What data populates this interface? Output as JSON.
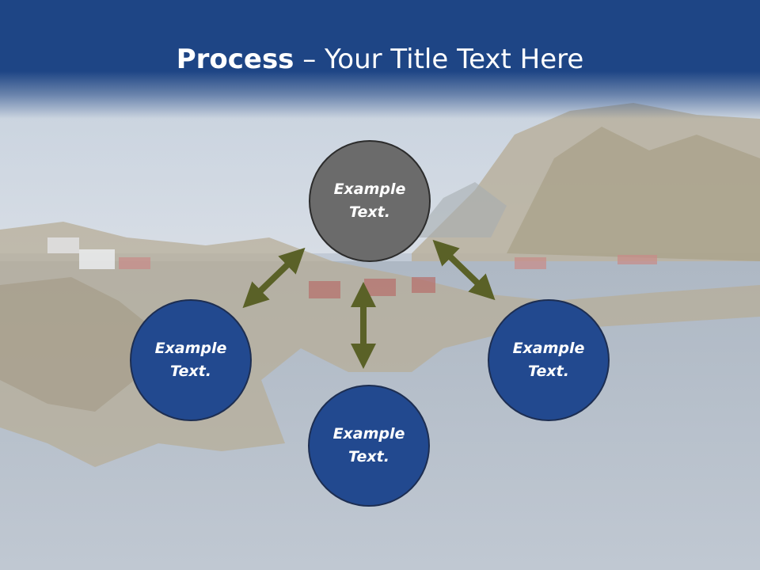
{
  "slide": {
    "title_bold": "Process",
    "title_rest": " – Your Title Text Here"
  },
  "diagram": {
    "center_node": "Example\nText.",
    "nodes": {
      "left": "Example\nText.",
      "bottom": "Example\nText.",
      "right": "Example\nText."
    }
  },
  "colors": {
    "title_bar": "#1e4585",
    "center_node": "#6b6b6b",
    "outer_nodes": "#22498f",
    "arrows": "#5a6127"
  }
}
